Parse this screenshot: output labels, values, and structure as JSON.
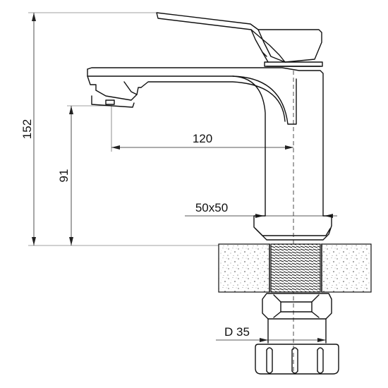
{
  "dimensions": {
    "total_height": "152",
    "spout_height": "91",
    "spout_reach": "120",
    "body_section": "50x50",
    "thread_diameter": "D 35"
  }
}
